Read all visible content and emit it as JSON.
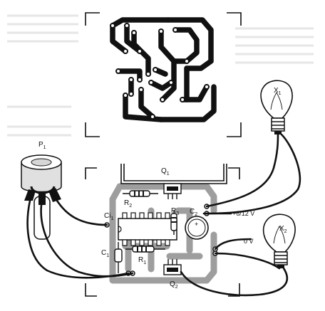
{
  "labels": {
    "x1": {
      "main": "X",
      "sub": "1"
    },
    "x2": {
      "main": "X",
      "sub": "2"
    },
    "p1": {
      "main": "P",
      "sub": "1"
    },
    "q1": {
      "main": "Q",
      "sub": "1"
    },
    "q2": {
      "main": "Q",
      "sub": "2"
    },
    "r1": {
      "main": "R",
      "sub": "1"
    },
    "r2": {
      "main": "R",
      "sub": "2"
    },
    "r3": {
      "main": "R",
      "sub": "3"
    },
    "c1": {
      "main": "C",
      "sub": "1"
    },
    "c2": {
      "main": "C",
      "sub": "2"
    },
    "ci1": {
      "main": "Ci",
      "sub": "1"
    },
    "supply_pos": "+6/12 V",
    "supply_gnd": "0 V",
    "polarity_plus": "+"
  }
}
